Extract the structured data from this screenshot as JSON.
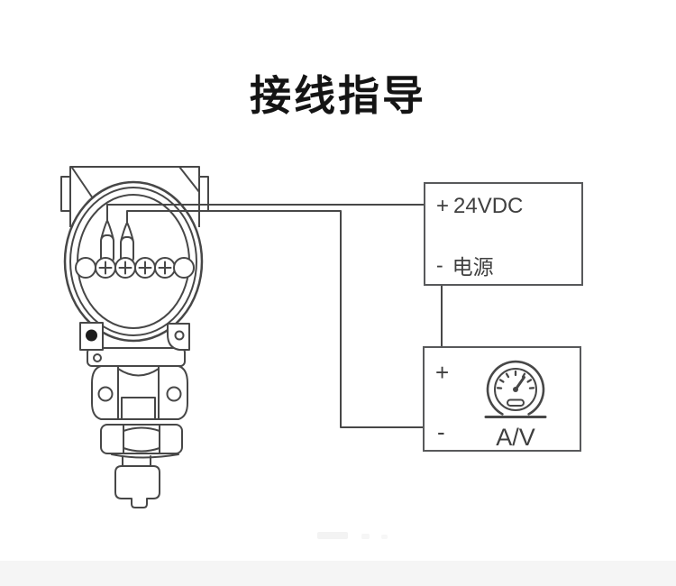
{
  "title": "接线指导",
  "colors": {
    "diagram_line": "#474747",
    "box_border": "#58595b",
    "label_text": "#3f3f3f",
    "title_text": "#141414",
    "footer_band": "#f5f5f5",
    "ground_dot": "#1d1d1d"
  },
  "power_supply_box": {
    "positive_sign": "+",
    "positive_label": "24VDC",
    "negative_sign": "-",
    "negative_label": "电源"
  },
  "meter_box": {
    "positive_sign": "+",
    "negative_sign": "-",
    "unit_label": "A/V"
  }
}
